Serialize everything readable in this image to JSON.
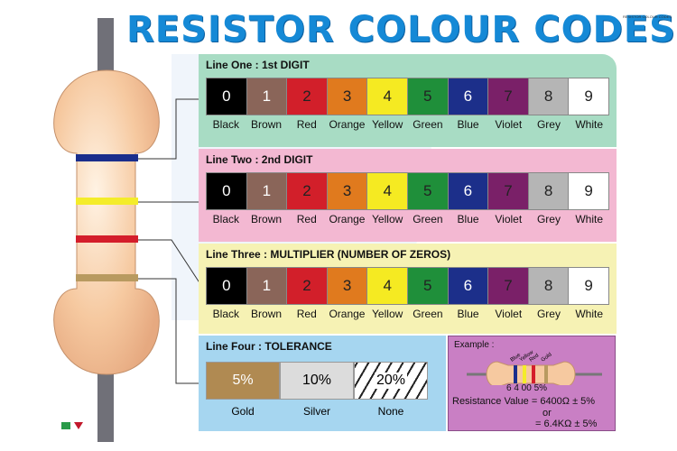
{
  "title": "RESISTOR COLOUR CODES",
  "corner_caption": "RESISTOR COLOUR CODES",
  "colors": {
    "panel1": "#a8dcc4",
    "panel2": "#f3b8d2",
    "panel3": "#f6f2b4",
    "panel4": "#a6d6f0",
    "example_bg": "#c97fc4",
    "title": "#1589d6"
  },
  "digit_colors": [
    {
      "digit": "0",
      "name": "Black",
      "bg": "#000000",
      "fg": "#ffffff"
    },
    {
      "digit": "1",
      "name": "Brown",
      "bg": "#8a6559",
      "fg": "#ffffff"
    },
    {
      "digit": "2",
      "name": "Red",
      "bg": "#d21f2a",
      "fg": "#222222"
    },
    {
      "digit": "3",
      "name": "Orange",
      "bg": "#e07a1e",
      "fg": "#222222"
    },
    {
      "digit": "4",
      "name": "Yellow",
      "bg": "#f5ea22",
      "fg": "#222222"
    },
    {
      "digit": "5",
      "name": "Green",
      "bg": "#1f8f3a",
      "fg": "#222222"
    },
    {
      "digit": "6",
      "name": "Blue",
      "bg": "#1c2f8a",
      "fg": "#ffffff"
    },
    {
      "digit": "7",
      "name": "Violet",
      "bg": "#7a2068",
      "fg": "#222222"
    },
    {
      "digit": "8",
      "name": "Grey",
      "bg": "#b5b5b5",
      "fg": "#222222"
    },
    {
      "digit": "9",
      "name": "White",
      "bg": "#ffffff",
      "fg": "#222222"
    }
  ],
  "panels": [
    {
      "title": "Line One : 1st DIGIT"
    },
    {
      "title": "Line Two : 2nd DIGIT"
    },
    {
      "title": "Line Three : MULTIPLIER (NUMBER OF ZEROS)"
    }
  ],
  "tolerance": {
    "title": "Line Four : TOLERANCE",
    "items": [
      {
        "value": "5%",
        "name": "Gold",
        "bg": "#b08a52"
      },
      {
        "value": "10%",
        "name": "Silver",
        "bg": "#dcdcdc"
      },
      {
        "value": "20%",
        "name": "None",
        "bg": "#ffffff"
      }
    ]
  },
  "example": {
    "label": "Example :",
    "band_labels": [
      "Blue",
      "Yellow",
      "Red",
      "Gold"
    ],
    "digits_line": "6  4  00  5%",
    "resistance_line": "Resistance Value = 6400Ω ± 5%",
    "or_text": "or",
    "alt_line": "= 6.4KΩ ± 5%"
  },
  "resistor_bands": [
    "#1a2e8c",
    "#f4ec2a",
    "#d41e2b",
    "#b89a60"
  ]
}
